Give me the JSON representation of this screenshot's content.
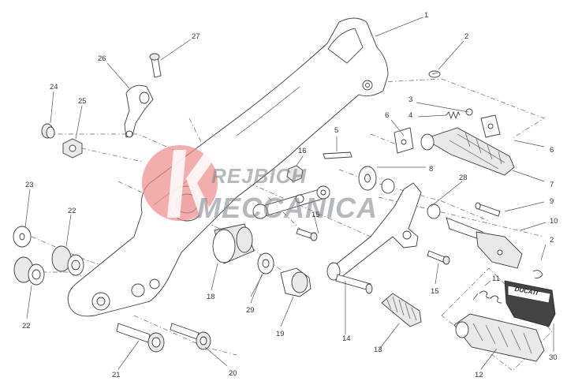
{
  "watermark": {
    "line1": "REJBICH",
    "line2": "MECCANICA"
  },
  "footpeg_brand": "DUCATI",
  "callouts": [
    {
      "id": "c1",
      "label": "1"
    },
    {
      "id": "c2a",
      "label": "2"
    },
    {
      "id": "c2b",
      "label": "2"
    },
    {
      "id": "c3",
      "label": "3"
    },
    {
      "id": "c4",
      "label": "4"
    },
    {
      "id": "c5",
      "label": "5"
    },
    {
      "id": "c6a",
      "label": "6"
    },
    {
      "id": "c6b",
      "label": "6"
    },
    {
      "id": "c7",
      "label": "7"
    },
    {
      "id": "c8",
      "label": "8"
    },
    {
      "id": "c9",
      "label": "9"
    },
    {
      "id": "c10",
      "label": "10"
    },
    {
      "id": "c11",
      "label": "11"
    },
    {
      "id": "c12",
      "label": "12"
    },
    {
      "id": "c13",
      "label": "13"
    },
    {
      "id": "c14",
      "label": "14"
    },
    {
      "id": "c15a",
      "label": "15"
    },
    {
      "id": "c15b",
      "label": "15"
    },
    {
      "id": "c16",
      "label": "16"
    },
    {
      "id": "c18",
      "label": "18"
    },
    {
      "id": "c19",
      "label": "19"
    },
    {
      "id": "c20",
      "label": "20"
    },
    {
      "id": "c21",
      "label": "21"
    },
    {
      "id": "c22a",
      "label": "22"
    },
    {
      "id": "c22b",
      "label": "22"
    },
    {
      "id": "c23",
      "label": "23"
    },
    {
      "id": "c24",
      "label": "24"
    },
    {
      "id": "c25",
      "label": "25"
    },
    {
      "id": "c26",
      "label": "26"
    },
    {
      "id": "c27",
      "label": "27"
    },
    {
      "id": "c28",
      "label": "28"
    },
    {
      "id": "c29",
      "label": "29"
    },
    {
      "id": "c30",
      "label": "30"
    }
  ]
}
